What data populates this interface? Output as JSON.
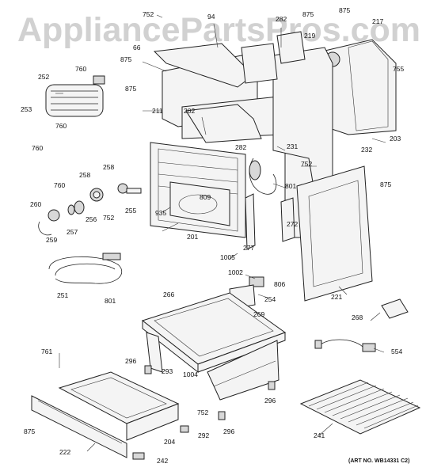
{
  "watermark": "AppliancePartsPros.com",
  "art_number": "(ART NO. WB14331 C2)",
  "labels": [
    "752",
    "94",
    "282",
    "875",
    "875",
    "217",
    "219",
    "66",
    "875",
    "755",
    "875",
    "211",
    "252",
    "760",
    "253",
    "760",
    "760",
    "202",
    "203",
    "231",
    "232",
    "282",
    "752",
    "875",
    "801",
    "258",
    "258",
    "760",
    "255",
    "809",
    "935",
    "201",
    "260",
    "256",
    "257",
    "259",
    "752",
    "272",
    "277",
    "1005",
    "1002",
    "806",
    "254",
    "269",
    "251",
    "801",
    "266",
    "221",
    "268",
    "554",
    "761",
    "296",
    "293",
    "1004",
    "296",
    "752",
    "875",
    "222",
    "204",
    "292",
    "296",
    "241",
    "242"
  ]
}
